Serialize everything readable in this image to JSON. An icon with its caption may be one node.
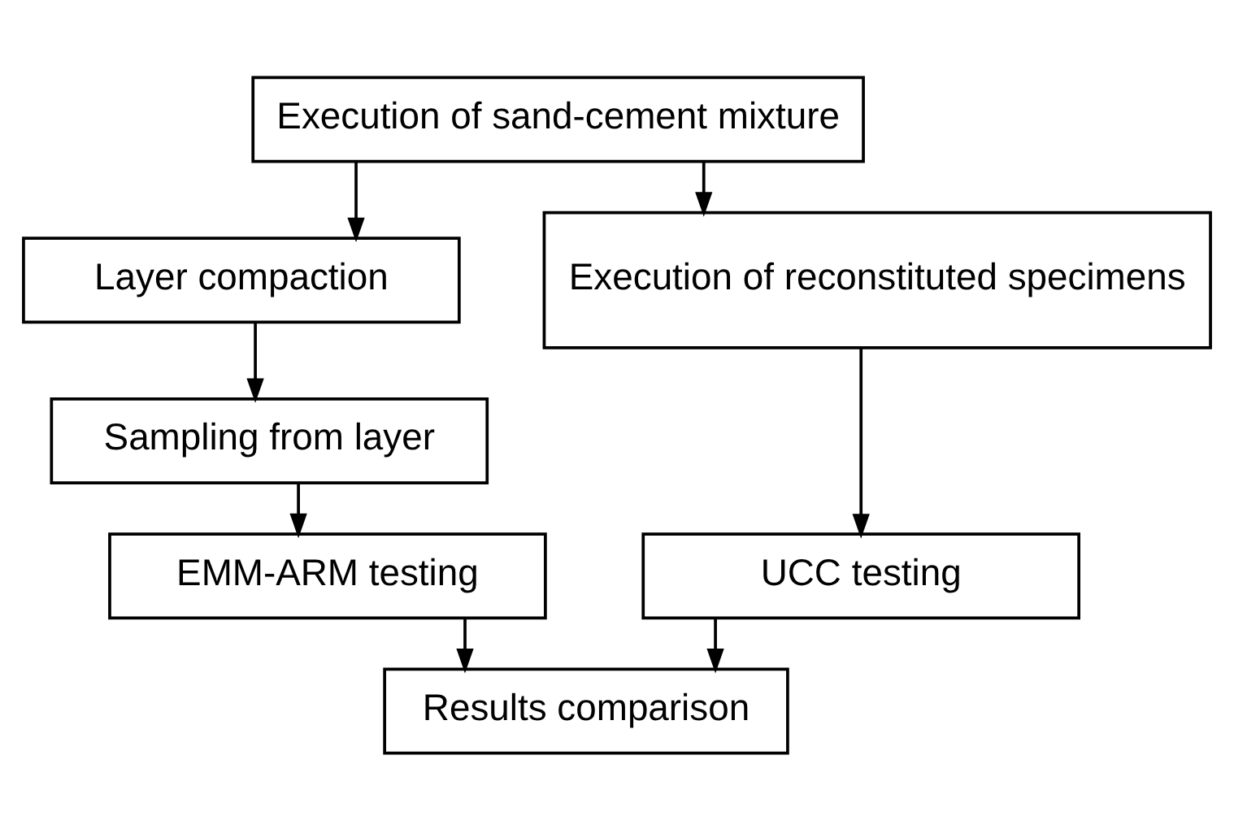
{
  "diagram": {
    "nodes": [
      {
        "text": [
          "Execution of sand-cement mixture"
        ]
      },
      {
        "text": [
          "Layer compaction"
        ]
      },
      {
        "text": [
          "Sampling from layer"
        ]
      },
      {
        "text": [
          "EMM-ARM testing"
        ]
      },
      {
        "text": [
          "Execution of reconstituted specimens"
        ]
      },
      {
        "text": [
          "UCC testing"
        ]
      },
      {
        "text": [
          "Results comparison"
        ]
      }
    ],
    "edges": [
      {
        "from": 0,
        "to": 1,
        "arrow": "to"
      },
      {
        "from": 0,
        "to": 4,
        "arrow": "to"
      },
      {
        "from": 1,
        "to": 2,
        "arrow": "to"
      },
      {
        "from": 2,
        "to": 3,
        "arrow": "to"
      },
      {
        "from": 4,
        "to": 5,
        "arrow": "to"
      },
      {
        "from": 3,
        "to": 6,
        "arrow": "to"
      },
      {
        "from": 5,
        "to": 6,
        "arrow": "to"
      }
    ]
  }
}
